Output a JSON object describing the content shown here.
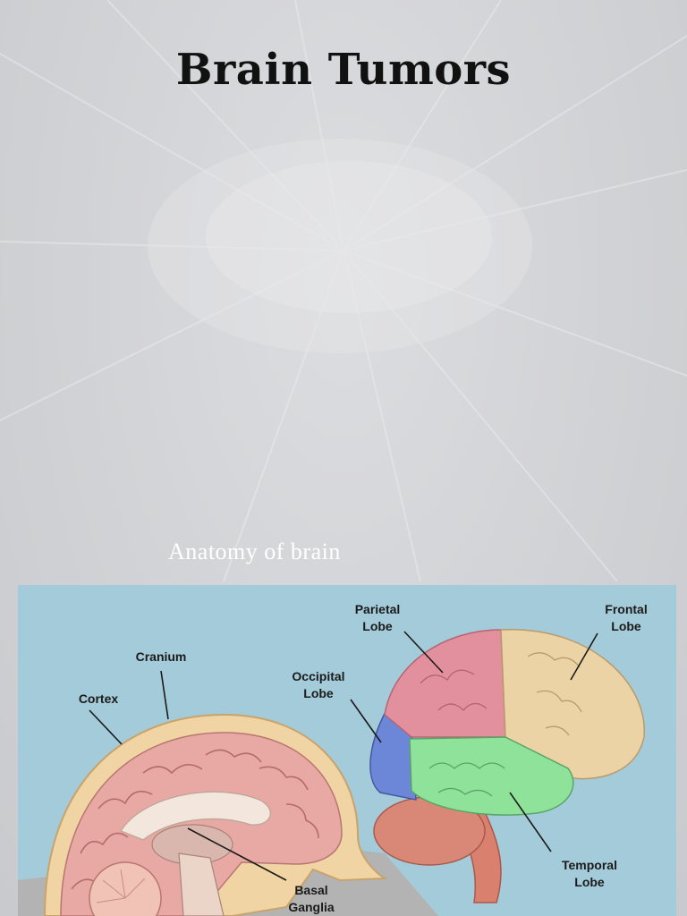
{
  "slide": {
    "title": "Brain Tumors",
    "subtitle": "Anatomy of brain"
  },
  "figure": {
    "labels": {
      "cranium": "Cranium",
      "cortex": "Cortex",
      "basal_ganglia": "Basal\nGanglia",
      "parietal_lobe": "Parietal\nLobe",
      "occipital_lobe": "Occipital\nLobe",
      "frontal_lobe": "Frontal\nLobe",
      "temporal_lobe": "Temporal\nLobe"
    },
    "colors": {
      "background": "#a3cbd9",
      "parietal": "#e2909e",
      "frontal": "#ecd3a6",
      "temporal": "#8fe29a",
      "occipital": "#6c86d8",
      "cerebellum": "#d98878",
      "cortex": "#e8a8a4"
    }
  }
}
